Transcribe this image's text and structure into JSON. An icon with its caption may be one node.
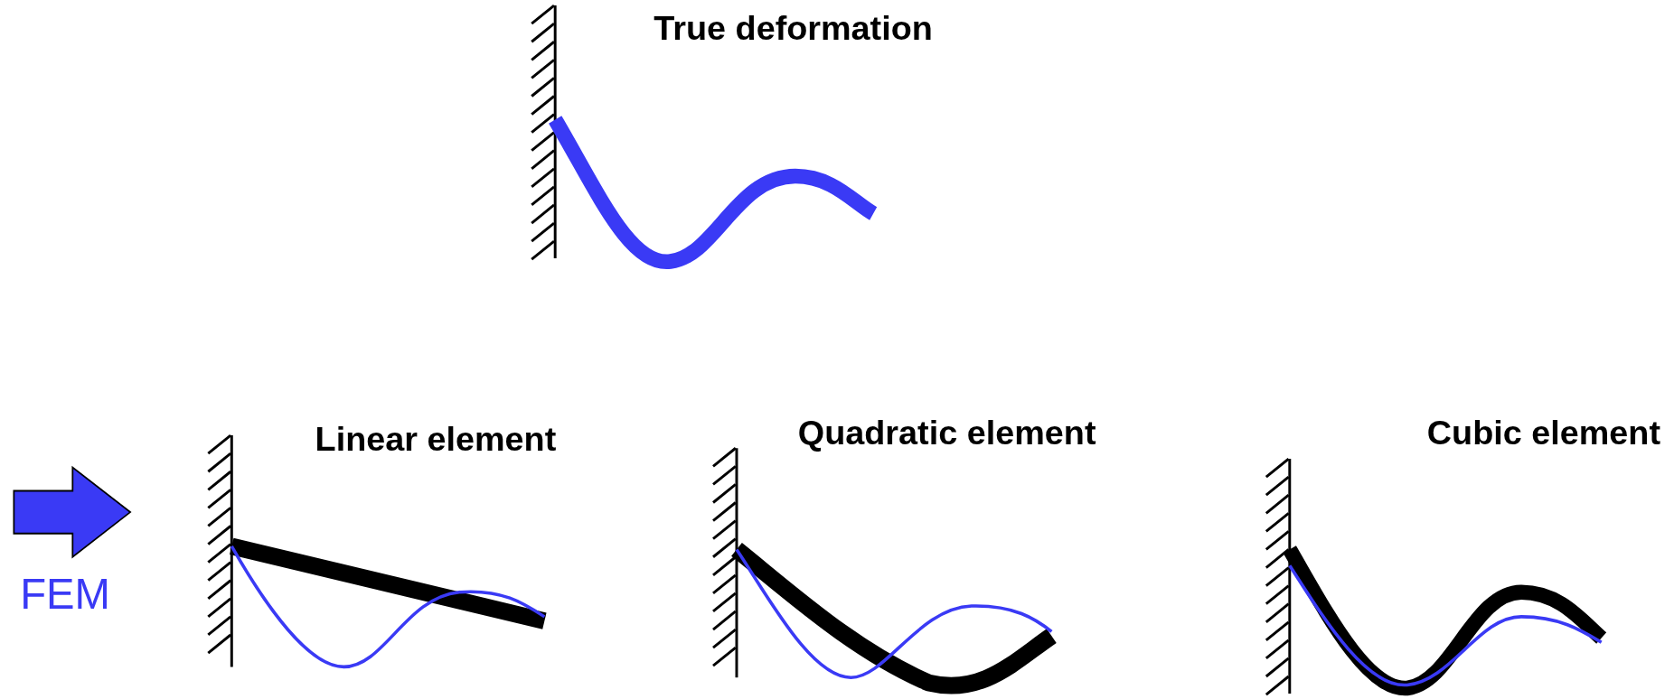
{
  "diagram": {
    "labels": [
      "True deformation",
      "Linear element",
      "Quadratic element",
      "Cubic element",
      "FEM"
    ]
  }
}
